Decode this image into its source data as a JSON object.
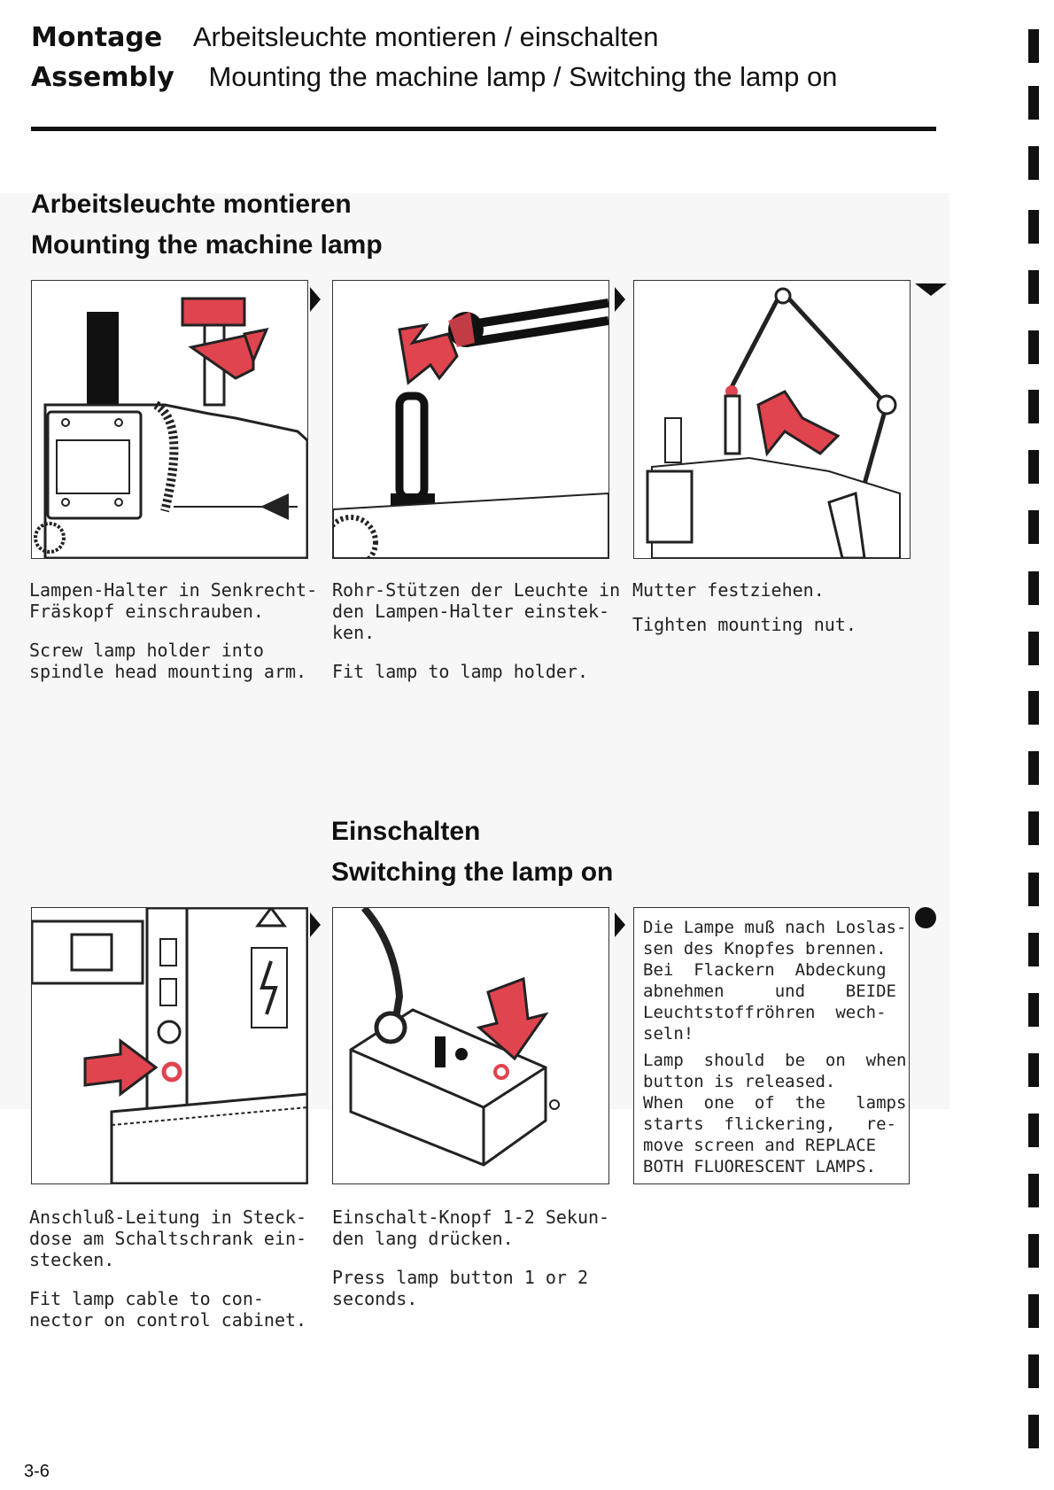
{
  "header": {
    "de_label": "Montage",
    "de_title": "Arbeitsleuchte montieren / einschalten",
    "en_label": "Assembly",
    "en_title": "Mounting the machine lamp / Switching the lamp on"
  },
  "section1": {
    "title_de": "Arbeitsleuchte montieren",
    "title_en": "Mounting the machine lamp",
    "steps": [
      {
        "de": "Lampen-Halter in Senkrecht-\nFräskopf einschrauben.",
        "en": "Screw lamp holder into\nspindle head mounting arm."
      },
      {
        "de": "Rohr-Stützen der Leuchte in\nden Lampen-Halter einstek-\nken.",
        "en": "Fit lamp to lamp holder."
      },
      {
        "de": "Mutter festziehen.",
        "en": "Tighten mounting nut."
      }
    ]
  },
  "section2": {
    "title_de": "Einschalten",
    "title_en": "Switching the lamp on",
    "steps": [
      {
        "de": "Anschluß-Leitung in Steck-\ndose am Schaltschrank ein-\nstecken.",
        "en": "Fit lamp cable to con-\nnector on control cabinet."
      },
      {
        "de": "Einschalt-Knopf 1-2 Sekun-\nden lang drücken.",
        "en": "Press lamp button 1 or 2\nseconds."
      }
    ],
    "note_de": "Die Lampe muß nach Loslas-\nsen des Knopfes brennen.\nBei  Flackern  Abdeckung\nabnehmen     und    BEIDE\nLeuchtstoffröhren  wech-\nseln!",
    "note_en": "Lamp  should  be  on  when\nbutton is released.\nWhen  one  of  the   lamps\nstarts  flickering,   re-\nmove screen and REPLACE\nBOTH FLUORESCENT LAMPS."
  },
  "page_number": "3-6",
  "colors": {
    "accent_red": "#e0444f",
    "ink": "#111111",
    "panel_bg": "#f7f7f7"
  },
  "icons": [
    "arrow-right-marker-icon",
    "arrow-down-marker-icon",
    "bullet-marker-icon"
  ]
}
